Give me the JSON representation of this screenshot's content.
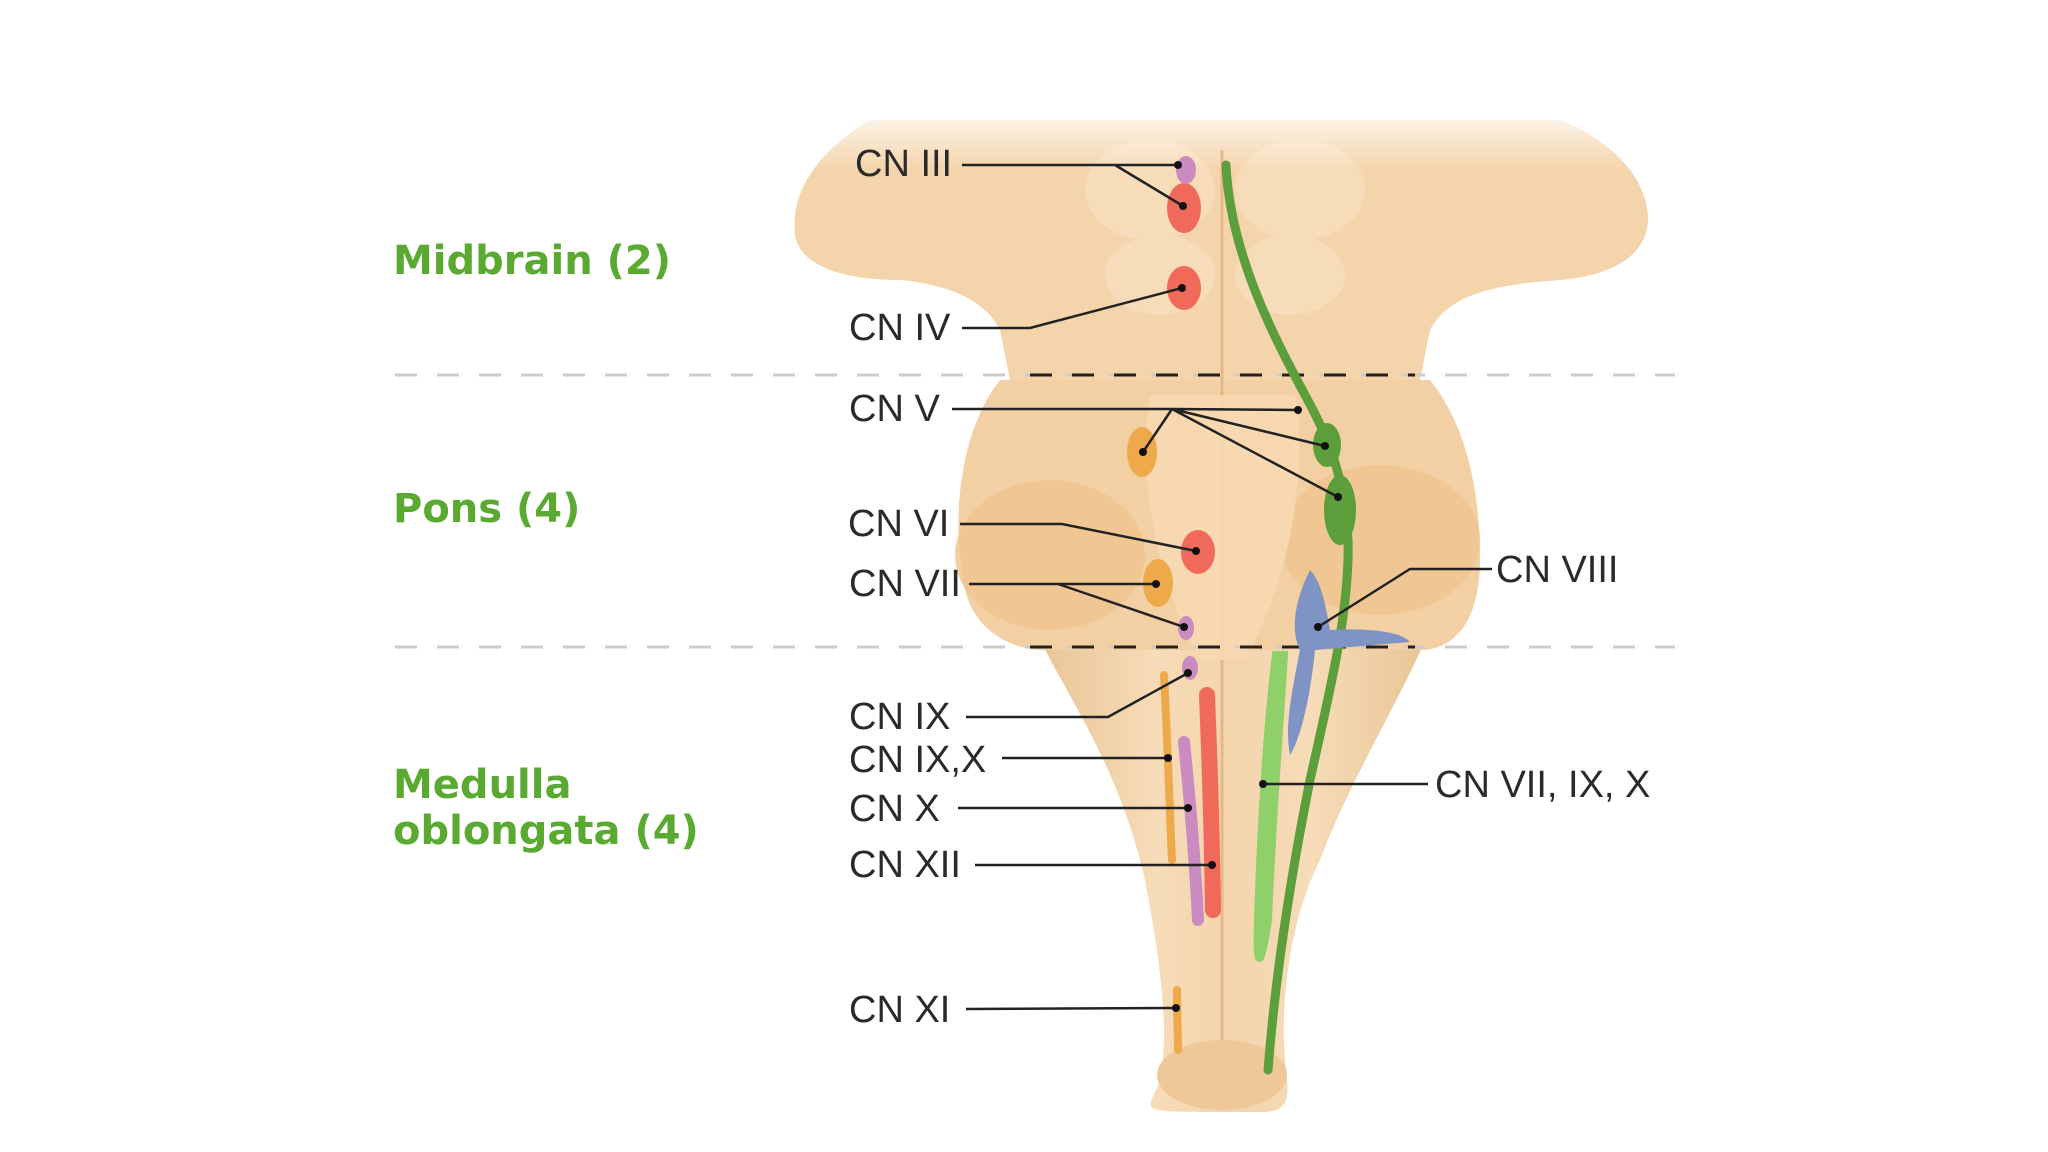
{
  "regions": {
    "midbrain": "Midbrain (2)",
    "pons": "Pons (4)",
    "medulla_line1": "Medulla",
    "medulla_line2": "oblongata (4)"
  },
  "nerves": {
    "cn3": "CN III",
    "cn4": "CN IV",
    "cn5": "CN V",
    "cn6": "CN VI",
    "cn7": "CN VII",
    "cn8": "CN VIII",
    "cn9": "CN IX",
    "cn9_10": "CN IX,X",
    "cn10": "CN X",
    "cn12": "CN XII",
    "cn11": "CN XI",
    "cn7_9_10": "CN VII, IX, X"
  },
  "colors": {
    "region_label": "#5aaa32",
    "brainstem": "#f2d3aa",
    "motor_red": "#f06a5c",
    "autonomic_pink": "#c98bc0",
    "branchial_orange": "#eea94a",
    "sensory_green": "#5c9e3c",
    "light_green": "#8fd06a",
    "vestibular_blue": "#7f93c4"
  }
}
